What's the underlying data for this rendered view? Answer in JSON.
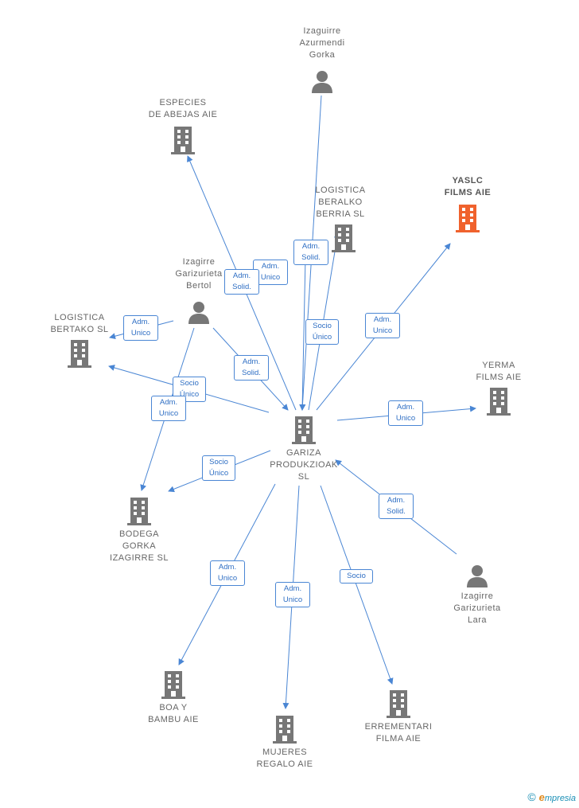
{
  "colors": {
    "edge": "#4a86d4",
    "node_gray": "#777777",
    "node_highlight": "#f0622d"
  },
  "nodes": {
    "center": {
      "label": "GARIZA\nPRODUKZIOAK\nSL",
      "icon": "building-icon"
    },
    "izaguirre_gorka": {
      "label": "Izaguirre\nAzurmendi\nGorka",
      "icon": "person-icon"
    },
    "especies": {
      "label": "ESPECIES\nDE ABEJAS AIE",
      "icon": "building-icon"
    },
    "logistica_beralko": {
      "label": "LOGISTICA\nBERALKO\nBERRIA SL",
      "icon": "building-icon"
    },
    "yaslc": {
      "label": "YASLC\nFILMS AIE",
      "icon": "building-icon"
    },
    "izagirre_bertol": {
      "label": "Izagirre\nGarizurieta\nBertol",
      "icon": "person-icon"
    },
    "logistica_bertako": {
      "label": "LOGISTICA\nBERTAKO SL",
      "icon": "building-icon"
    },
    "yerma": {
      "label": "YERMA\nFILMS AIE",
      "icon": "building-icon"
    },
    "bodega": {
      "label": "BODEGA\nGORKA\nIZAGIRRE SL",
      "icon": "building-icon"
    },
    "izagirre_lara": {
      "label": "Izagirre\nGarizurieta\nLara",
      "icon": "person-icon"
    },
    "boa": {
      "label": "BOA Y\nBAMBU AIE",
      "icon": "building-icon"
    },
    "mujeres": {
      "label": "MUJERES\nREGALO AIE",
      "icon": "building-icon"
    },
    "errementari": {
      "label": "ERREMENTARI\nFILMA AIE",
      "icon": "building-icon"
    }
  },
  "relations": [
    {
      "id": "r1",
      "label": "Adm.\nSolid."
    },
    {
      "id": "r2",
      "label": "Adm.\nUnico"
    },
    {
      "id": "r3",
      "label": "Adm.\nSolid."
    },
    {
      "id": "r4",
      "label": "Socio\nÚnico"
    },
    {
      "id": "r5",
      "label": "Adm.\nUnico"
    },
    {
      "id": "r6",
      "label": "Adm.\nUnico"
    },
    {
      "id": "r7",
      "label": "Adm.\nSolid."
    },
    {
      "id": "r8",
      "label": "Socio\nÚnico"
    },
    {
      "id": "r9",
      "label": "Adm.\nUnico"
    },
    {
      "id": "r10",
      "label": "Adm.\nUnico"
    },
    {
      "id": "r11",
      "label": "Socio\nÚnico"
    },
    {
      "id": "r12",
      "label": "Adm.\nSolid."
    },
    {
      "id": "r13",
      "label": "Adm.\nUnico"
    },
    {
      "id": "r14",
      "label": "Adm.\nUnico"
    },
    {
      "id": "r15",
      "label": "Socio"
    }
  ],
  "footer": {
    "copyright": "©",
    "brand_first": "e",
    "brand_rest": "mpresia"
  }
}
